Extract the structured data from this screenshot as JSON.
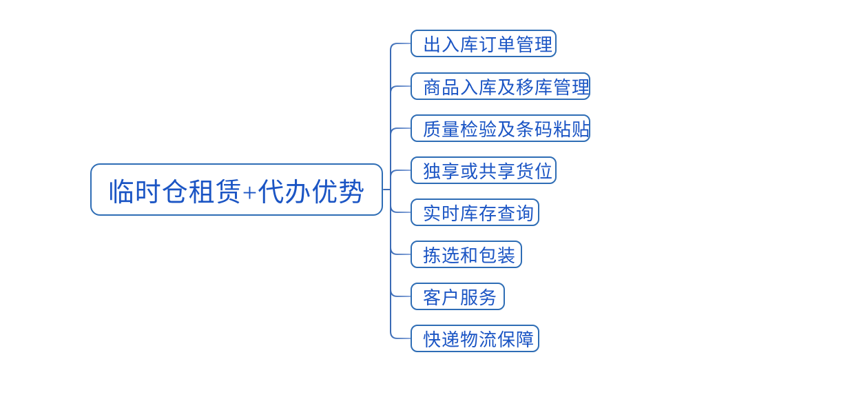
{
  "diagram": {
    "type": "mindmap",
    "direction": "right",
    "root": {
      "label": "临时仓租赁+代办优势"
    },
    "children": [
      {
        "label": "出入库订单管理"
      },
      {
        "label": "商品入库及移库管理"
      },
      {
        "label": "质量检验及条码粘贴"
      },
      {
        "label": "独享或共享货位"
      },
      {
        "label": "实时库存查询"
      },
      {
        "label": "拣选和包装"
      },
      {
        "label": "客户服务"
      },
      {
        "label": "快递物流保障"
      }
    ],
    "colors": {
      "text": "#1b55c4",
      "node_border": "#2e6db5",
      "trunk": "#3a6bb5",
      "branch_light": "#8faadc",
      "background": "#ffffff"
    }
  }
}
